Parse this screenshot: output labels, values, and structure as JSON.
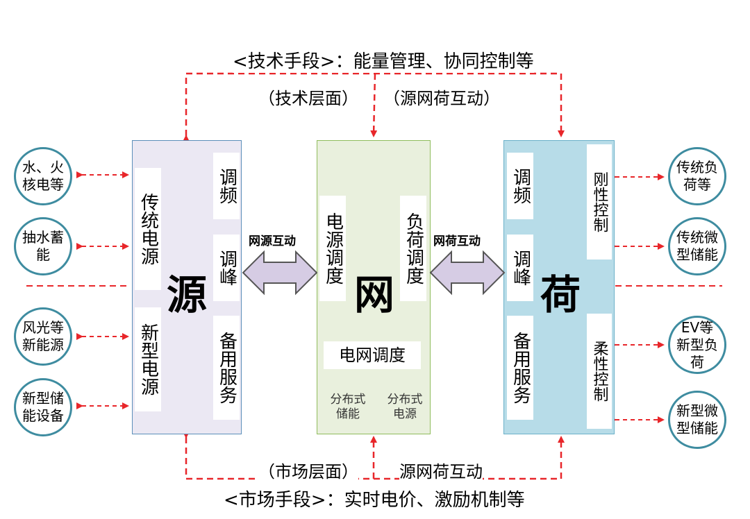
{
  "top": {
    "tech_means": "<技术手段>：能量管理、协同控制等",
    "tech_level": "（技术层面）",
    "src_grid_load_interaction": "（源网荷互动）"
  },
  "bottom": {
    "market_level": "（市场层面）",
    "src_grid_load_interaction": "源网荷互动",
    "market_means": "<市场手段>：实时电价、激励机制等"
  },
  "source": {
    "title": "源",
    "traditional_power": "传统电源",
    "new_power": "新型电源",
    "freq_regulation": "调频",
    "peak_regulation": "调峰",
    "reserve_service": "备用服务"
  },
  "grid": {
    "title": "网",
    "power_source_dispatch": "电源调度",
    "load_dispatch": "负荷调度",
    "grid_dispatch": "电网调度",
    "distributed_storage": "分布式储能",
    "distributed_source": "分布式电源"
  },
  "load": {
    "title": "荷",
    "freq_regulation": "调频",
    "peak_regulation": "调峰",
    "reserve_service": "备用服务",
    "rigid_control": "刚性控制",
    "flexible_control": "柔性控制"
  },
  "arrows": {
    "grid_source": "网源互动",
    "grid_load": "网荷互动"
  },
  "left_circles": [
    "水、火核电等",
    "抽水蓄能",
    "风光等新能源",
    "新型储能设备"
  ],
  "right_circles": [
    "传统负荷等",
    "传统微型储能",
    "EV等新型负荷",
    "新型微型储能"
  ],
  "colors": {
    "dashed_red": "#e8262a",
    "source_fill": "#ebe8f3",
    "grid_fill": "#e9f0dd",
    "load_fill": "#b7dce8",
    "circle_border": "#3e8ca0",
    "double_arrow_fill": "#d6cce4"
  }
}
